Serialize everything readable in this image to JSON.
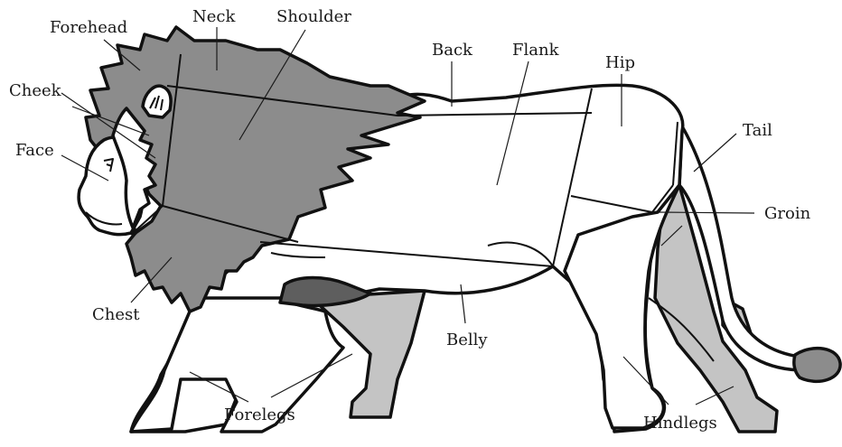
{
  "diagram": {
    "labels": {
      "forehead": "Forehead",
      "neck": "Neck",
      "shoulder": "Shoulder",
      "back": "Back",
      "flank": "Flank",
      "hip": "Hip",
      "cheek": "Cheek",
      "face": "Face",
      "tail": "Tail",
      "groin": "Groin",
      "chest": "Chest",
      "belly": "Belly",
      "forelegs": "Forelegs",
      "hindlegs": "Hindlegs"
    },
    "colors": {
      "mane": "#8c8c8c",
      "legs_far": "#c4c4c4",
      "dark_patch": "#5e5e5e",
      "body": "#ffffff",
      "tail_tuft": "#8c8c8c",
      "ink": "#111111"
    }
  }
}
